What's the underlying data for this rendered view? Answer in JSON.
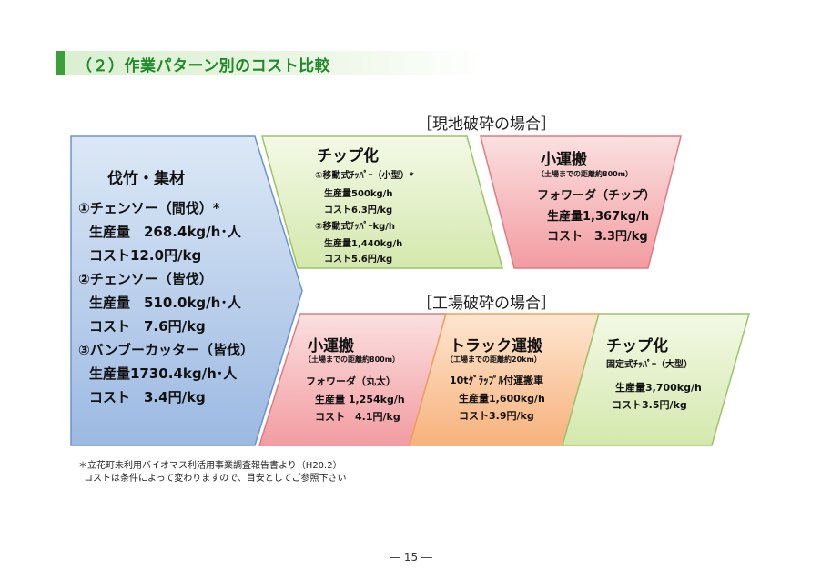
{
  "title": "（２）作業パターン別のコスト比較",
  "labels": {
    "onsite": "［現地破砕の場合］",
    "factory": "［工場破砕の場合］"
  },
  "left": {
    "heading": "伐竹・集材",
    "lines": [
      "①チェンソー（間伐）*",
      "生産量　268.4kg/h･人",
      "コスト12.0円/kg",
      "②チェンソー（皆伐）",
      "生産量　510.0kg/h･人",
      "コスト　7.6円/kg",
      "③バンブーカッター（皆伐）",
      "生産量1730.4kg/h･人",
      "コスト　3.4円/kg"
    ]
  },
  "onsite_chip": {
    "heading": "チップ化",
    "lines": [
      "①移動式ﾁｯﾊﾟｰ（小型）*",
      "生産量500kg/h",
      "コスト6.3円/kg",
      "②移動式ﾁｯﾊﾟｰkg/h",
      "生産量1,440kg/h",
      "コスト5.6円/kg"
    ]
  },
  "onsite_transport": {
    "heading": "小運搬",
    "note": "（土場までの距離約800m）",
    "lines": [
      "フォワーダ（チップ）",
      "生産量1,367kg/h",
      "コスト　3.3円/kg"
    ]
  },
  "factory_transport": {
    "heading": "小運搬",
    "note": "（土場までの距離約800m）",
    "lines": [
      "フォワーダ（丸太）",
      "生産量 1,254kg/h",
      "コスト　4.1円/kg"
    ]
  },
  "factory_truck": {
    "heading": "トラック運搬",
    "note": "（工場までの距離約20km）",
    "lines": [
      "10tｸﾞﾗｯﾌﾟﾙ付運搬車",
      "生産量1,600kg/h",
      "コスト3.9円/kg"
    ]
  },
  "factory_chip": {
    "heading": "チップ化",
    "note": "固定式ﾁｯﾊﾟｰ（大型）",
    "lines": [
      "生産量3,700kg/h",
      "コスト3.5円/kg"
    ]
  },
  "footnotes": [
    "＊立花町未利用バイオマス利活用事業調査報告書より（H20.2）",
    "コストは条件によって変わりますので、目安としてご参照下さい"
  ],
  "page_number": "― 15 ―",
  "colors": {
    "title_green": "#1e8a2a",
    "blue_box": "#a9c4e8",
    "green_box": "#e3f0c8",
    "pink_box": "#f5a8ac",
    "orange_box": "#f9c79a"
  }
}
